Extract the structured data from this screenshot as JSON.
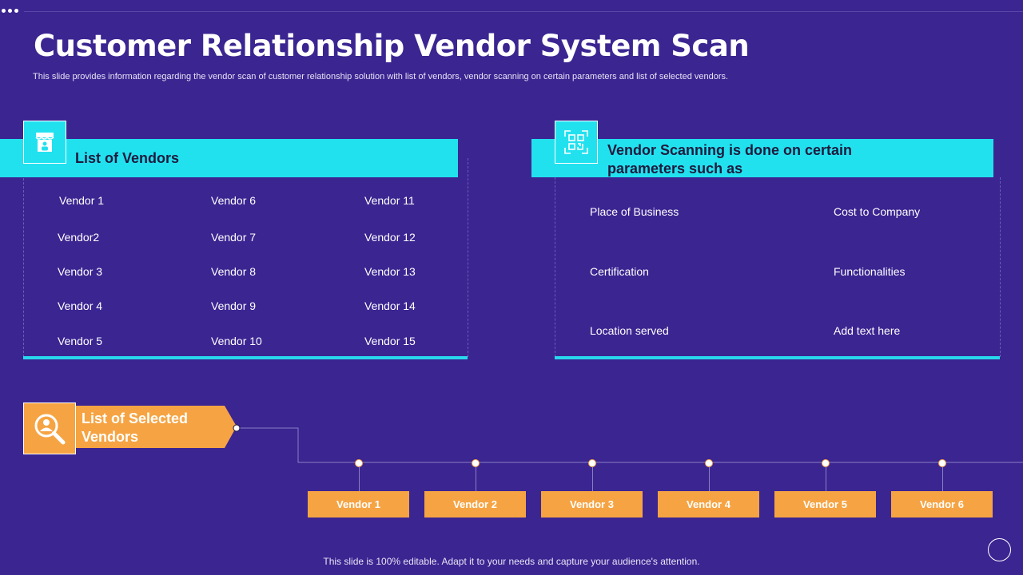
{
  "slide": {
    "title": "Customer Relationship Vendor System Scan",
    "subtitle": "This slide provides information regarding the vendor  scan of customer relationship solution with list of vendors, vendor scanning on certain parameters and list of selected vendors.",
    "footer": "This slide is 100% editable. Adapt it to your needs and capture your audience's attention."
  },
  "vendors_panel": {
    "heading": "List of Vendors",
    "icon": "store-icon",
    "vendors": [
      "Vendor  1",
      "Vendor2",
      "Vendor  3",
      "Vendor  4",
      "Vendor  5",
      "Vendor  6",
      "Vendor  7",
      "Vendor  8",
      "Vendor  9",
      "Vendor  10",
      "Vendor  11",
      "Vendor  12",
      "Vendor  13",
      "Vendor  14",
      "Vendor  15"
    ]
  },
  "scanning_panel": {
    "heading_line1": "Vendor Scanning is done on certain",
    "heading_line2": "parameters such as",
    "icon": "qr-scan-icon",
    "parameters": [
      "Place of Business",
      "Cost to Company",
      "Certification",
      "Functionalities",
      "Location served",
      "Add text here"
    ]
  },
  "selected": {
    "heading_line1": "List of Selected",
    "heading_line2": "Vendors",
    "icon": "search-person-icon",
    "vendors": [
      "Vendor 1",
      "Vendor 2",
      "Vendor 3",
      "Vendor 4",
      "Vendor 5",
      "Vendor 6"
    ]
  },
  "colors": {
    "background": "#3b2591",
    "cyan": "#22e1ef",
    "orange": "#f6a443"
  }
}
